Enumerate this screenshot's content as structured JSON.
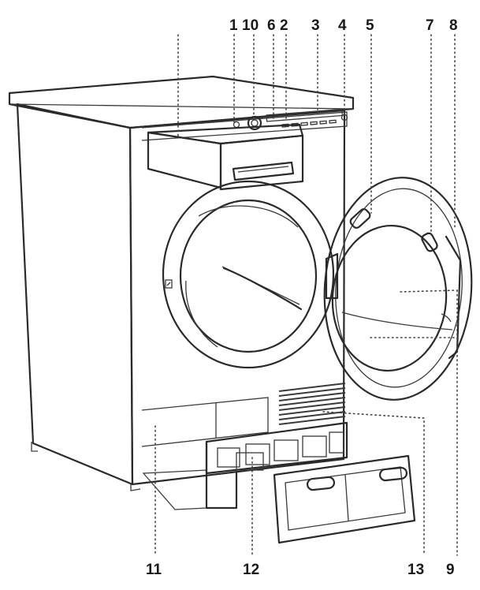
{
  "labels": {
    "l1": "1",
    "l10": "10",
    "l6": "6",
    "l2": "2",
    "l3": "3",
    "l4": "4",
    "l5": "5",
    "l7": "7",
    "l8": "8",
    "l11": "11",
    "l12": "12",
    "l13": "13",
    "l9": "9"
  },
  "colors": {
    "line": "#2a2a2a",
    "gasket": "#555555",
    "background": "#ffffff"
  }
}
